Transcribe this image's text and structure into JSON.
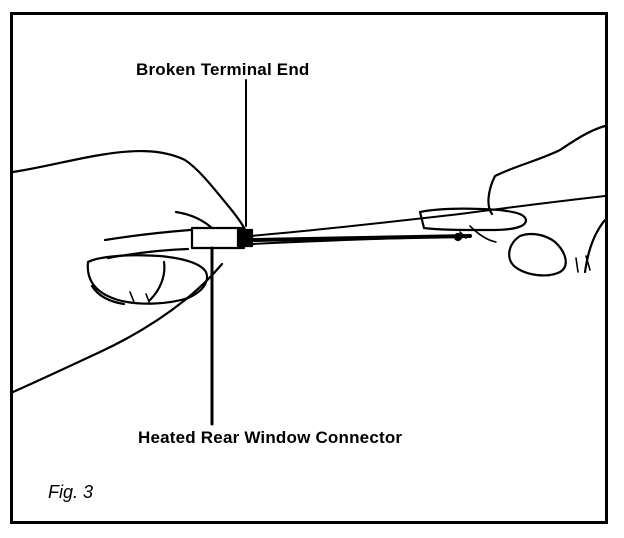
{
  "labels": {
    "top": "Broken Terminal End",
    "bottom": "Heated Rear Window Connector"
  },
  "figure": {
    "caption": "Fig. 3"
  }
}
